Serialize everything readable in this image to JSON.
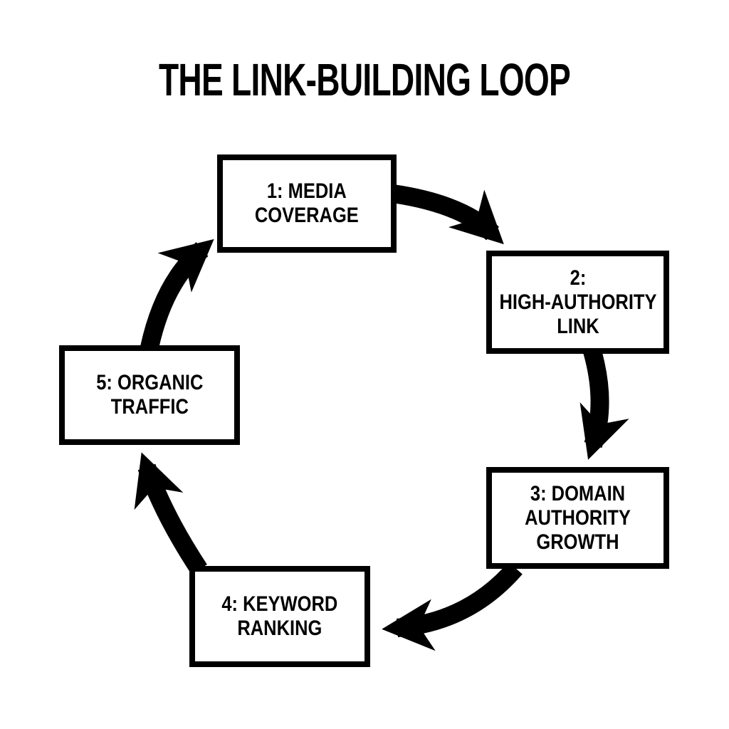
{
  "title": "THE LINK-BUILDING LOOP",
  "colors": {
    "ink": "#000000",
    "paper": "#ffffff"
  },
  "loop": {
    "nodes": [
      {
        "id": "1",
        "label": "1: MEDIA COVERAGE",
        "lines": [
          "1: MEDIA",
          "COVERAGE"
        ]
      },
      {
        "id": "2",
        "label": "2: HIGH-AUTHORITY LINK",
        "lines": [
          "2:",
          "HIGH-AUTHORITY",
          "LINK"
        ]
      },
      {
        "id": "3",
        "label": "3: DOMAIN AUTHORITY GROWTH",
        "lines": [
          "3: DOMAIN",
          "AUTHORITY",
          "GROWTH"
        ]
      },
      {
        "id": "4",
        "label": "4: KEYWORD RANKING",
        "lines": [
          "4: KEYWORD",
          "RANKING"
        ]
      },
      {
        "id": "5",
        "label": "5: ORGANIC TRAFFIC",
        "lines": [
          "5: ORGANIC",
          "TRAFFIC"
        ]
      }
    ],
    "edges": [
      {
        "from": "1",
        "to": "2"
      },
      {
        "from": "2",
        "to": "3"
      },
      {
        "from": "3",
        "to": "4"
      },
      {
        "from": "4",
        "to": "5"
      },
      {
        "from": "5",
        "to": "1"
      }
    ]
  }
}
